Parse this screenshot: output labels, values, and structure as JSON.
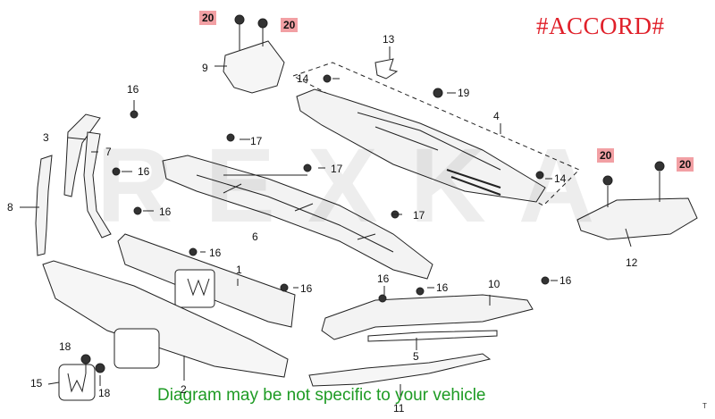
{
  "header": {
    "tag": "#ACCORD#"
  },
  "footer_note": "Diagram may be not specific to your vehicle",
  "corner_code": "T",
  "watermark": "REXKA",
  "callouts": {
    "p1": "1",
    "p2": "2",
    "p3": "3",
    "p4": "4",
    "p5": "5",
    "p6": "6",
    "p7": "7",
    "p8": "8",
    "p9": "9",
    "p10": "10",
    "p11": "11",
    "p12": "12",
    "p13": "13",
    "p14": "14",
    "p15": "15",
    "p16": "16",
    "p17": "17",
    "p18": "18",
    "p19": "19",
    "p20": "20"
  },
  "highlight_color": "#f2a0a4",
  "tag_color": "#e0202a",
  "note_color": "#1e9b24"
}
